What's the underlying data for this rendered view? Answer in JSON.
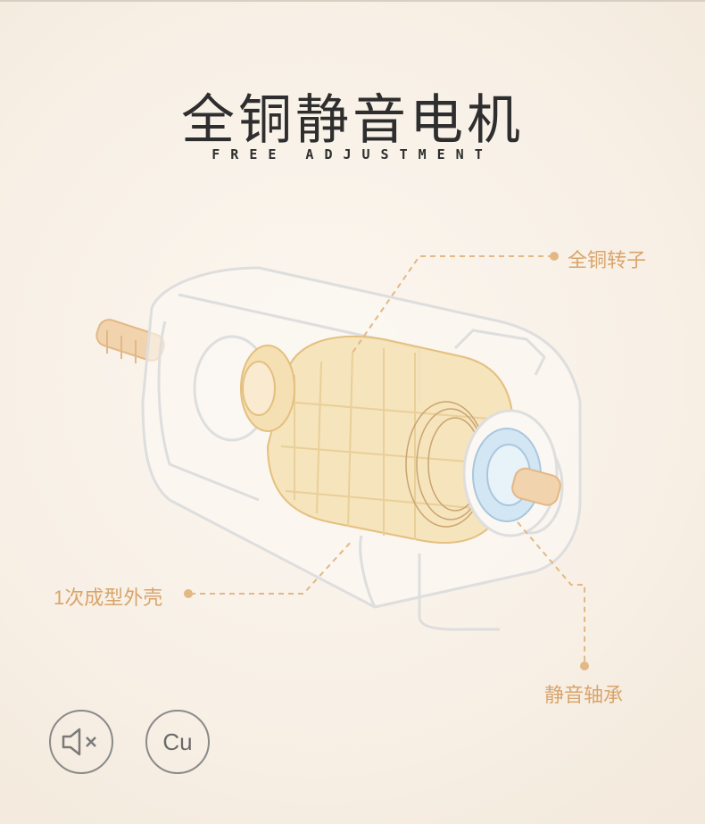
{
  "header": {
    "title": "全铜静音电机",
    "subtitle": "FREE ADJUSTMENT"
  },
  "callouts": {
    "rotor": "全铜转子",
    "shell": "1次成型外壳",
    "bearing": "静音轴承"
  },
  "badges": {
    "mute_icon": "speaker-mute-icon",
    "copper_label": "Cu"
  },
  "colors": {
    "accent": "#d9a46a",
    "outline": "#d8d8d8",
    "rotor": "#f3ddb0",
    "bearing": "#cfe3f2",
    "text": "#2e2e2e"
  }
}
